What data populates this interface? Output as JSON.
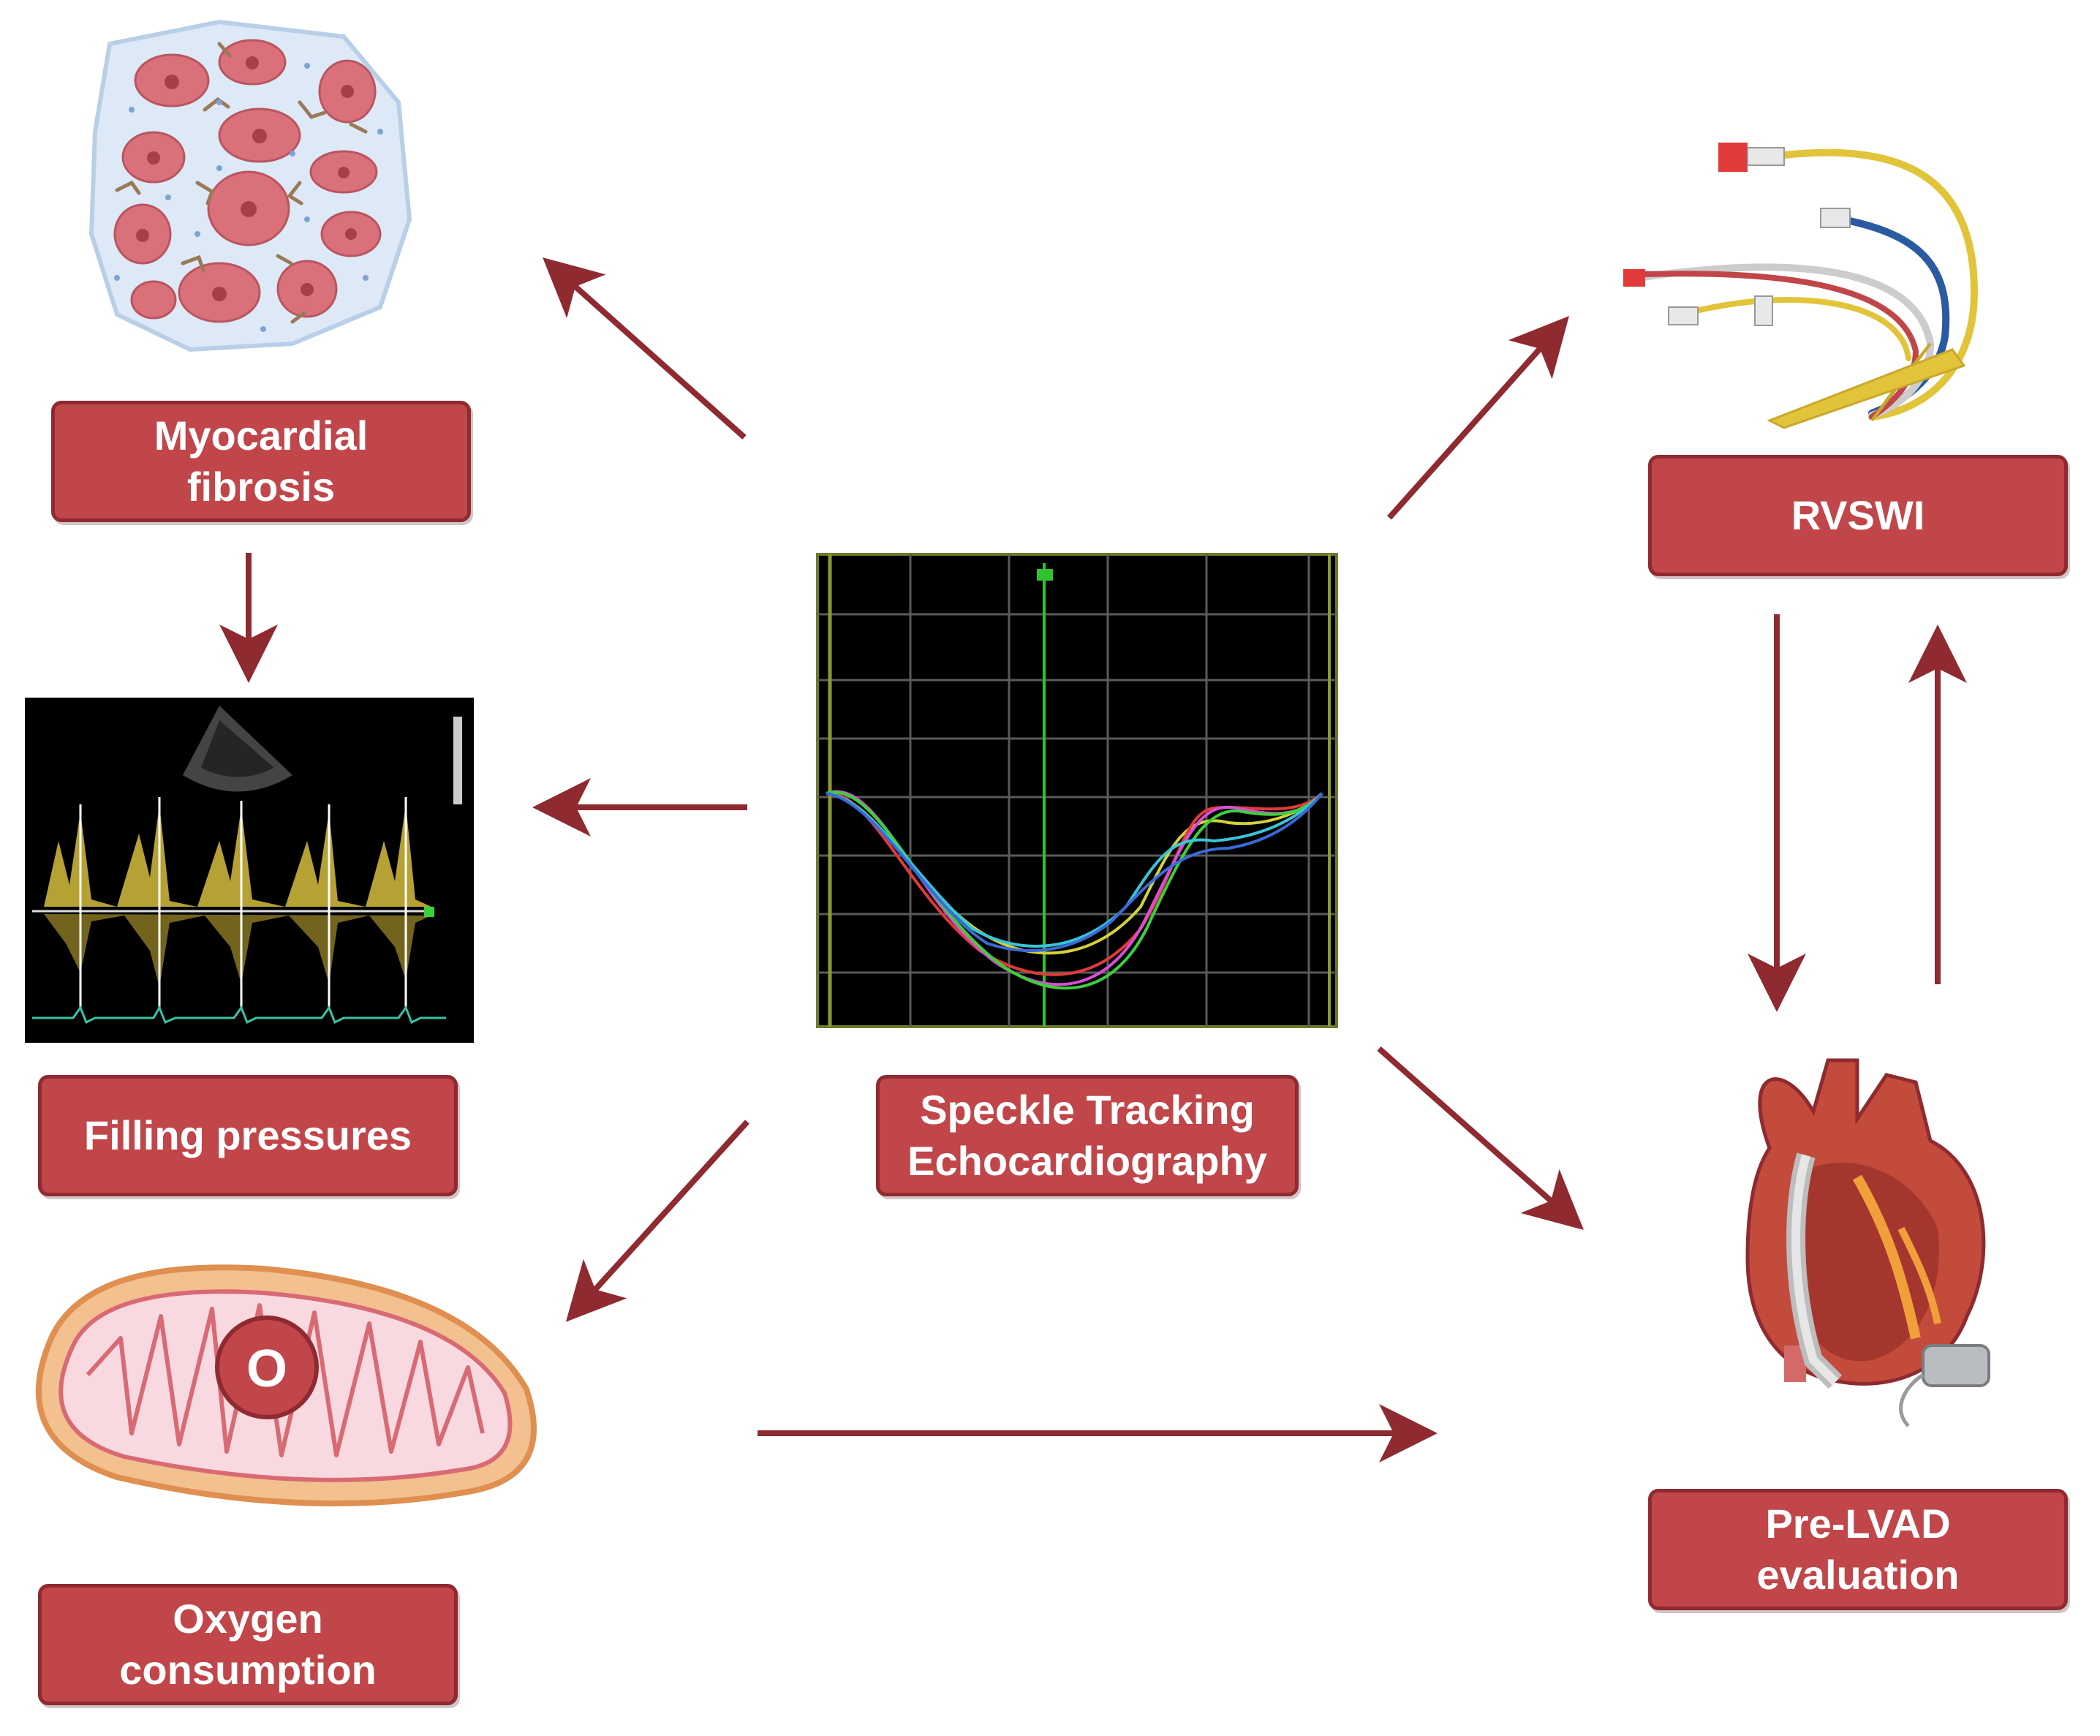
{
  "colors": {
    "arrow": "#8e2a30",
    "box_fill": "#c0464a",
    "box_border": "#8e2a30",
    "box_text": "#ffffff"
  },
  "center": {
    "title_line1": "Speckle Tracking",
    "title_line2": "Echocardiography",
    "image": "strain-curve-plot"
  },
  "nodes": {
    "myocardial_fibrosis": {
      "line1": "Myocardial",
      "line2": "fibrosis",
      "image": "fibrosis-tissue-illustration"
    },
    "filling_pressures": {
      "line1": "Filling pressures",
      "image": "doppler-echo-image"
    },
    "oxygen_consumption": {
      "line1": "Oxygen",
      "line2": "consumption",
      "image": "mitochondrion-illustration",
      "badge": "O"
    },
    "rvswi": {
      "line1": "RVSWI",
      "image": "catheter-illustration"
    },
    "pre_lvad": {
      "line1": "Pre-LVAD",
      "line2": "evaluation",
      "image": "heart-with-lvad-illustration"
    }
  }
}
